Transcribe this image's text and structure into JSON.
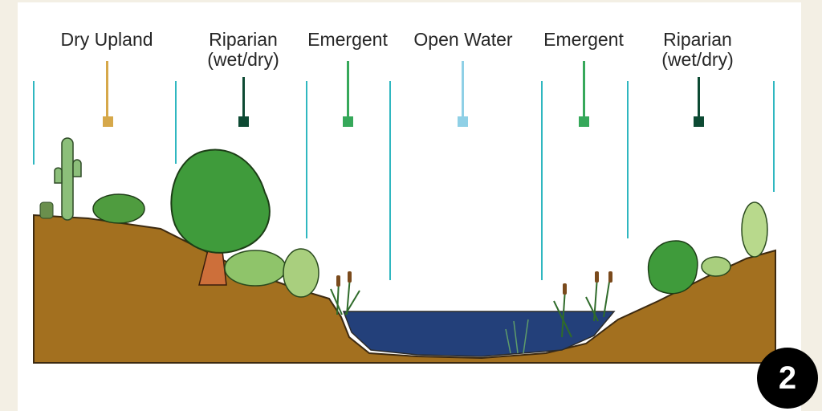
{
  "zones": [
    {
      "id": "dry-upland",
      "label": "Dry Upland",
      "color": "#d6a84a"
    },
    {
      "id": "riparian-left",
      "label": "Riparian\n(wet/dry)",
      "color": "#0d4a33"
    },
    {
      "id": "emergent-left",
      "label": "Emergent",
      "color": "#36a85a"
    },
    {
      "id": "open-water",
      "label": "Open Water",
      "color": "#8fd0e6"
    },
    {
      "id": "emergent-right",
      "label": "Emergent",
      "color": "#36a85a"
    },
    {
      "id": "riparian-right",
      "label": "Riparian\n(wet/dry)",
      "color": "#0d4a33"
    }
  ],
  "badge": {
    "value": "2"
  },
  "colors": {
    "soil": "#a3701f",
    "water": "#23407a",
    "divider": "#2fb7c0",
    "vegetation": "#3f9b3b"
  }
}
